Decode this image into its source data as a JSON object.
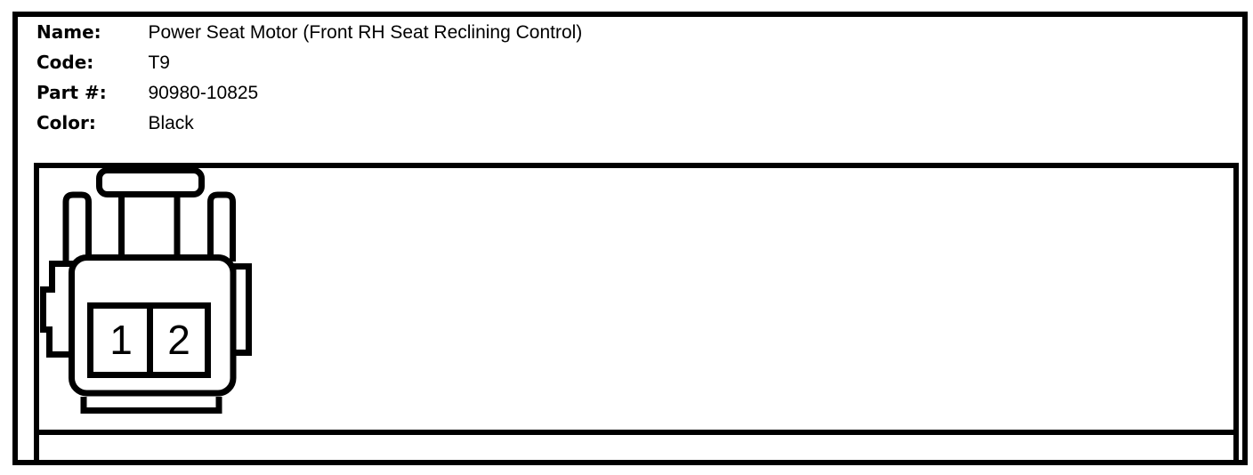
{
  "page": {
    "background_hex": "#ffffff",
    "line_color_hex": "#000000"
  },
  "header": {
    "fields": [
      {
        "label": "Name:",
        "value": "Power Seat Motor (Front RH Seat Reclining Control)"
      },
      {
        "label": "Code:",
        "value": "T9"
      },
      {
        "label": "Part #:",
        "value": "90980-10825"
      },
      {
        "label": "Color:",
        "value": "Black"
      }
    ]
  },
  "connector": {
    "pins": [
      "1",
      "2"
    ]
  }
}
